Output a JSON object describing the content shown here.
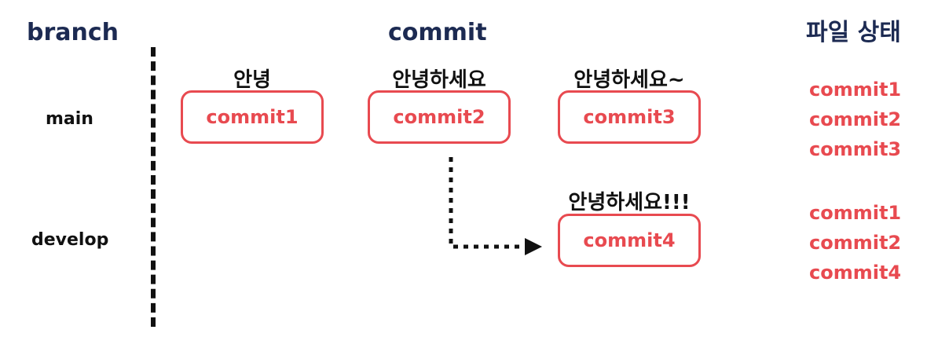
{
  "headers": {
    "branch": "branch",
    "commit": "commit",
    "file_state": "파일 상태"
  },
  "branches": {
    "main": "main",
    "develop": "develop"
  },
  "commits": [
    {
      "name": "commit1",
      "message": "안녕",
      "branch": "main"
    },
    {
      "name": "commit2",
      "message": "안녕하세요",
      "branch": "main"
    },
    {
      "name": "commit3",
      "message": "안녕하세요~",
      "branch": "main"
    },
    {
      "name": "commit4",
      "message": "안녕하세요!!!",
      "branch": "develop"
    }
  ],
  "file_state": {
    "main": [
      "commit1",
      "commit2",
      "commit3"
    ],
    "develop": [
      "commit1",
      "commit2",
      "commit4"
    ]
  },
  "colors": {
    "accent": "#e84a50",
    "header": "#1c2a52",
    "text": "#111111"
  }
}
